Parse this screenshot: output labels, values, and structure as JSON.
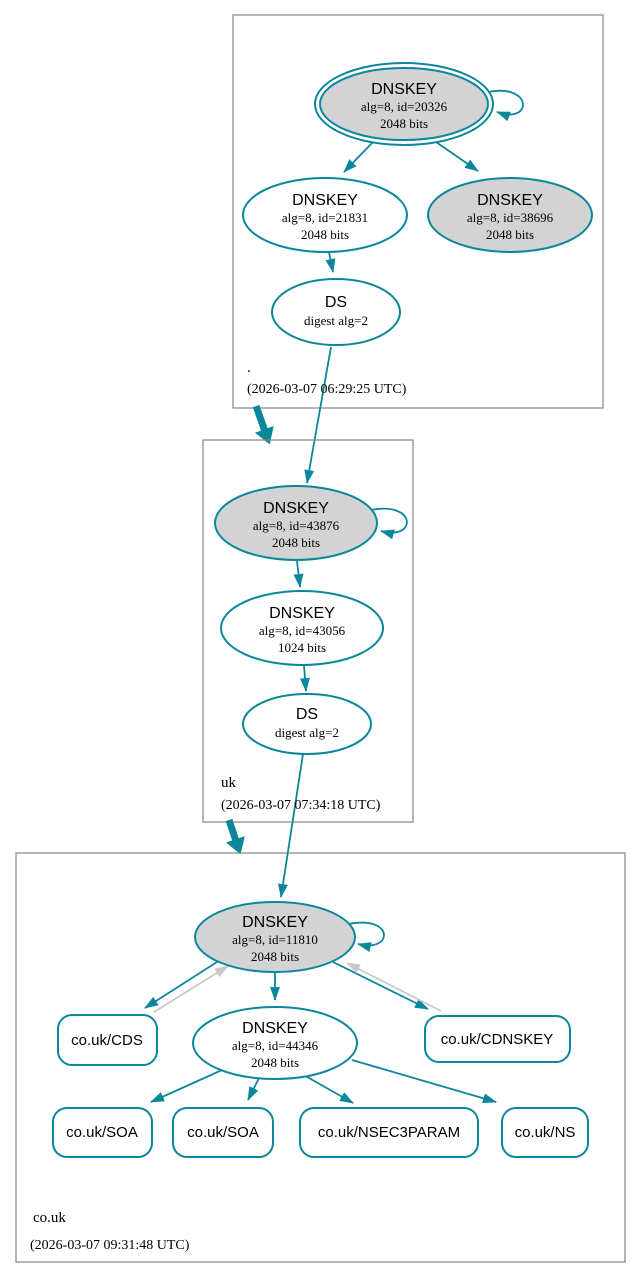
{
  "diagram": {
    "type": "dnssec-authentication-chain",
    "colors": {
      "secure_edge": "#0a879a",
      "gray_edge": "#c9c9c9",
      "key_fill_gray": "#d3d3d3",
      "node_fill_white": "#ffffff",
      "zone_border": "#848484",
      "text": "#000000"
    },
    "zones": {
      "root": {
        "label": ".",
        "timestamp": "(2026-03-07 06:29:25 UTC)",
        "nodes": {
          "ksk": {
            "title": "DNSKEY",
            "detail": "alg=8, id=20326",
            "bits": "2048 bits"
          },
          "zsk": {
            "title": "DNSKEY",
            "detail": "alg=8, id=21831",
            "bits": "2048 bits"
          },
          "key38696": {
            "title": "DNSKEY",
            "detail": "alg=8, id=38696",
            "bits": "2048 bits"
          },
          "ds": {
            "title": "DS",
            "detail": "digest alg=2"
          }
        }
      },
      "uk": {
        "label": "uk",
        "timestamp": "(2026-03-07 07:34:18 UTC)",
        "nodes": {
          "ksk": {
            "title": "DNSKEY",
            "detail": "alg=8, id=43876",
            "bits": "2048 bits"
          },
          "zsk": {
            "title": "DNSKEY",
            "detail": "alg=8, id=43056",
            "bits": "1024 bits"
          },
          "ds": {
            "title": "DS",
            "detail": "digest alg=2"
          }
        }
      },
      "couk": {
        "label": "co.uk",
        "timestamp": "(2026-03-07 09:31:48 UTC)",
        "nodes": {
          "ksk": {
            "title": "DNSKEY",
            "detail": "alg=8, id=11810",
            "bits": "2048 bits"
          },
          "zsk": {
            "title": "DNSKEY",
            "detail": "alg=8, id=44346",
            "bits": "2048 bits"
          },
          "cds": {
            "label": "co.uk/CDS"
          },
          "cdnskey": {
            "label": "co.uk/CDNSKEY"
          },
          "soa1": {
            "label": "co.uk/SOA"
          },
          "soa2": {
            "label": "co.uk/SOA"
          },
          "nsec3param": {
            "label": "co.uk/NSEC3PARAM"
          },
          "ns": {
            "label": "co.uk/NS"
          }
        }
      }
    }
  }
}
